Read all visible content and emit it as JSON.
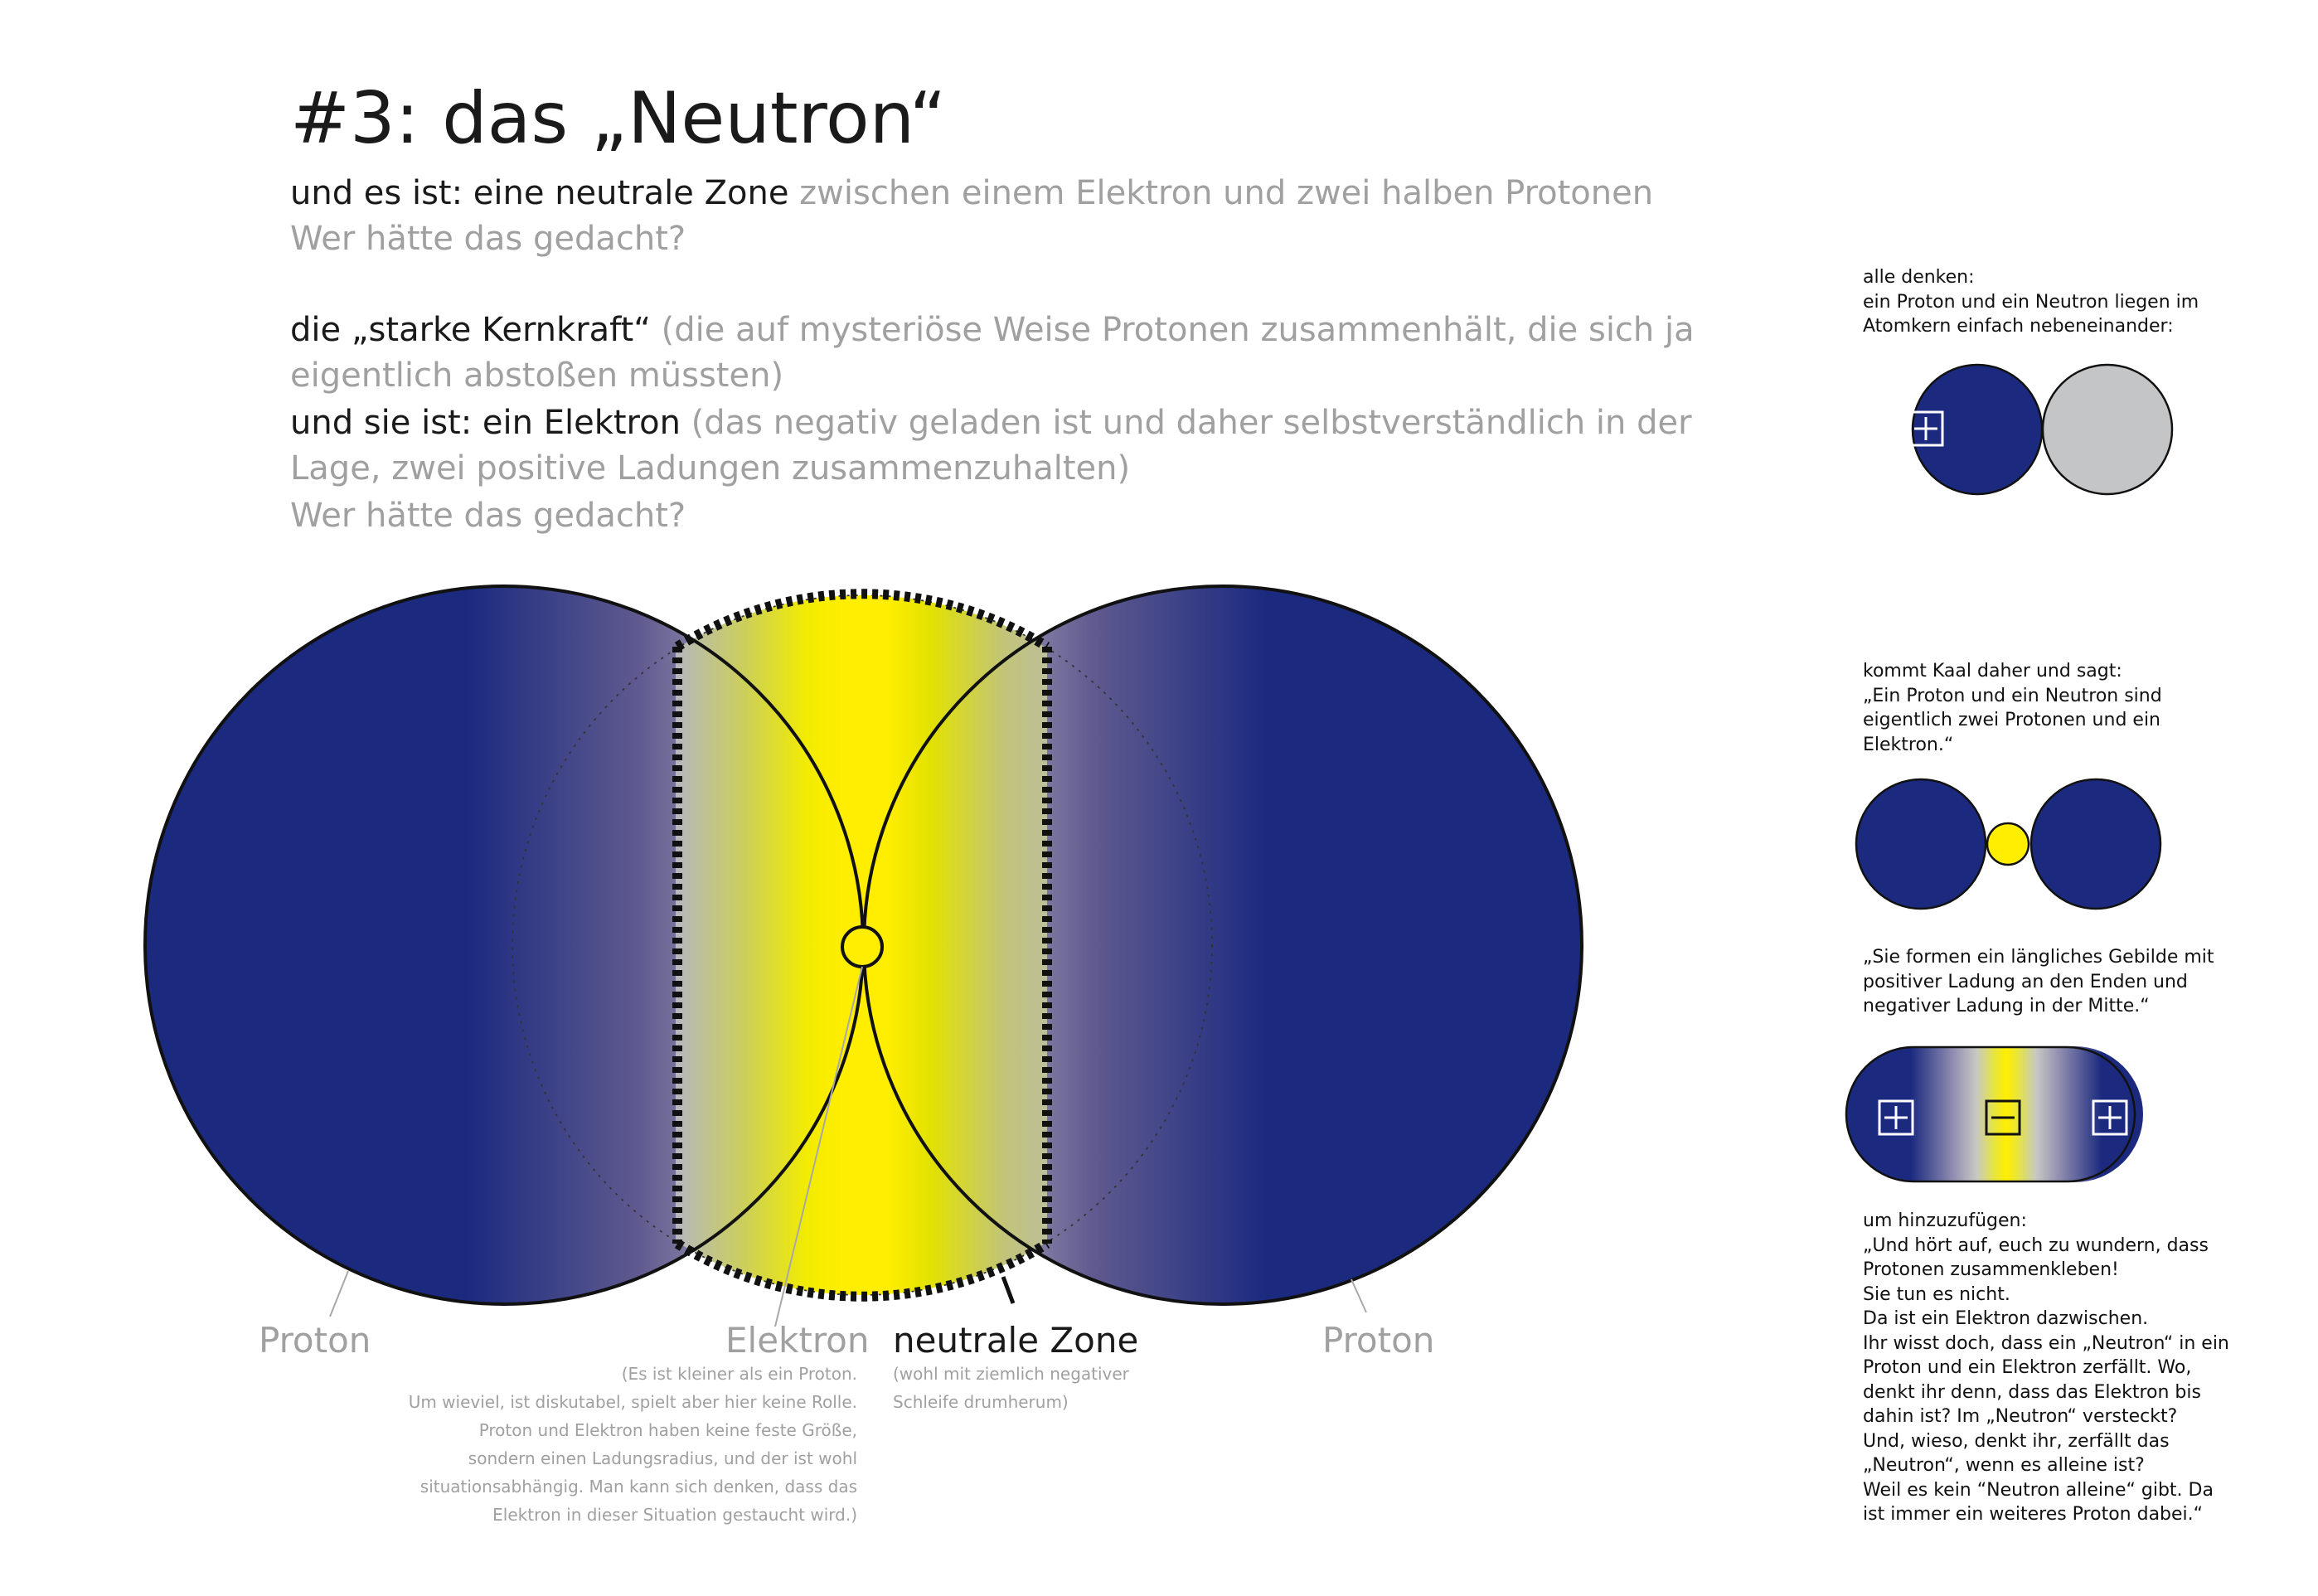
{
  "header": {
    "title": "#3: das „Neutron“",
    "line1_dark": "und es ist: eine neutrale Zone",
    "line1_gray": "zwischen einem Elektron und zwei halben Protonen",
    "line2_gray": "Wer hätte das gedacht?",
    "line3_dark": "die „starke Kernkraft“",
    "line3_gray": "(die auf mysteriöse Weise Protonen zusammenhält, die sich ja",
    "line4_gray": "eigentlich abstoßen müssten)",
    "line5_dark": "und sie ist: ein Elektron",
    "line5_gray": "(das negativ geladen ist und daher selbstverständlich in der",
    "line6_gray": "Lage, zwei positive Ladungen zusammenzuhalten)",
    "line7_gray": "Wer hätte das gedacht?"
  },
  "diagram": {
    "labels": {
      "proton_left": "Proton",
      "elektron": "Elektron",
      "neutrale_zone": "neutrale Zone",
      "proton_right": "Proton"
    },
    "elektron_note": "(Es ist kleiner als ein Proton.\nUm wieviel, ist diskutabel, spielt aber hier keine Rolle.\nProton und Elektron haben keine feste Größe,\nsondern einen Ladungsradius, und der ist wohl\nsituationsabhängig. Man kann sich denken, dass das\nElektron in dieser Situation gestaucht wird.)",
    "zone_note": "(wohl mit ziemlich negativer\nSchleife drumherum)"
  },
  "sidebar": {
    "block1": "alle denken:\nein Proton und ein Neutron liegen im\nAtomkern einfach nebeneinander:",
    "block2": "kommt Kaal daher und sagt:\n„Ein Proton und ein Neutron sind\neigentlich zwei Protonen und ein\nElektron.“",
    "block3": "„Sie formen ein längliches Gebilde mit\npositiver Ladung an den Enden und\nnegativer Ladung in der Mitte.“",
    "block4": "um hinzuzufügen:\n„Und hört auf, euch zu wundern, dass\nProtonen zusammenkleben!\nSie tun es nicht.\nDa ist ein Elektron dazwischen.\nIhr wisst doch, dass ein „Neutron“ in ein\nProton und ein Elektron zerfällt. Wo,\ndenkt ihr denn, dass das Elektron bis\ndahin ist? Im „Neutron“ versteckt?\nUnd, wieso, denkt ihr, zerfällt das\n„Neutron“, wenn es alleine ist?\nWeil es kein “Neutron alleine“ gibt. Da\nist immer ein weiteres Proton dabei.“"
  },
  "colors": {
    "proton": "#1b2a7f",
    "neutron": "#c4c5c7",
    "elektron": "#ffee00",
    "mid_gray": "#b4b6b8",
    "text_gray": "#a0a0a0"
  },
  "icons": [
    "plus-sign-icon",
    "minus-sign-icon"
  ]
}
